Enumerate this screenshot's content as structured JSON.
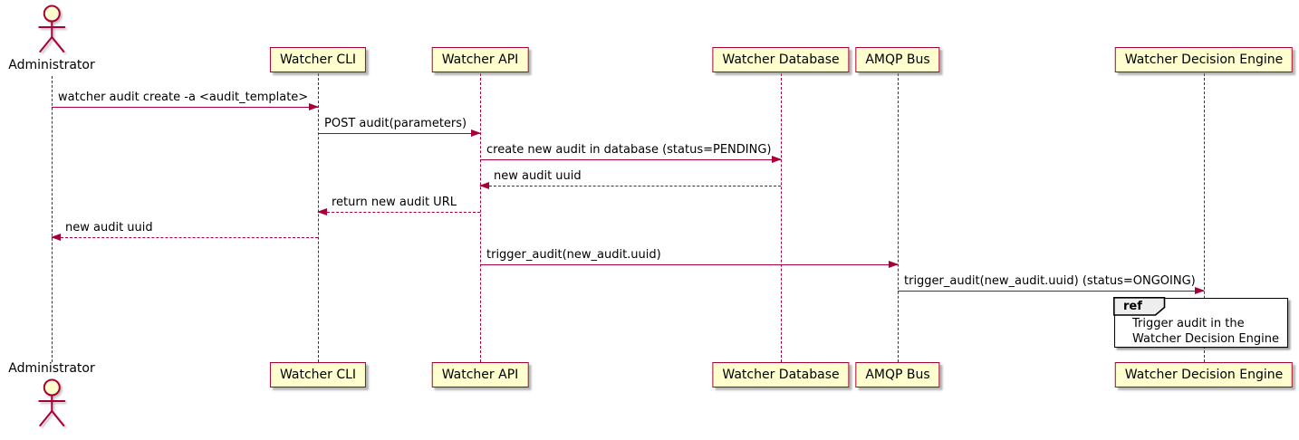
{
  "diagram": {
    "type": "sequence-diagram",
    "actor": {
      "name": "Administrator"
    },
    "participants": [
      {
        "name": "Watcher CLI"
      },
      {
        "name": "Watcher API"
      },
      {
        "name": "Watcher Database"
      },
      {
        "name": "AMQP Bus"
      },
      {
        "name": "Watcher Decision Engine"
      }
    ],
    "messages": [
      {
        "text": "watcher audit create -a <audit_template>",
        "from": "Administrator",
        "to": "Watcher CLI",
        "line": "solid"
      },
      {
        "text": "POST audit(parameters)",
        "from": "Watcher CLI",
        "to": "Watcher API",
        "line": "solid"
      },
      {
        "text": "create new audit in database (status=PENDING)",
        "from": "Watcher API",
        "to": "Watcher Database",
        "line": "solid"
      },
      {
        "text": "new audit uuid",
        "from": "Watcher Database",
        "to": "Watcher API",
        "line": "dashed"
      },
      {
        "text": "return new audit URL",
        "from": "Watcher API",
        "to": "Watcher CLI",
        "line": "dashed"
      },
      {
        "text": "new audit uuid",
        "from": "Watcher CLI",
        "to": "Administrator",
        "line": "dashed"
      },
      {
        "text": "trigger_audit(new_audit.uuid)",
        "from": "Watcher API",
        "to": "AMQP Bus",
        "line": "solid"
      },
      {
        "text": "trigger_audit(new_audit.uuid) (status=ONGOING)",
        "from": "AMQP Bus",
        "to": "Watcher Decision Engine",
        "line": "solid"
      }
    ],
    "ref_fragment": {
      "keyword": "ref",
      "over": "Watcher Decision Engine",
      "lines": [
        "Trigger audit in the",
        "Watcher Decision Engine"
      ]
    },
    "colors": {
      "stroke": "#A80036",
      "participant_fill": "#FEFECE",
      "ref_tab_fill": "#EEEEEE",
      "text": "#000000",
      "background": "#FFFFFF"
    }
  }
}
